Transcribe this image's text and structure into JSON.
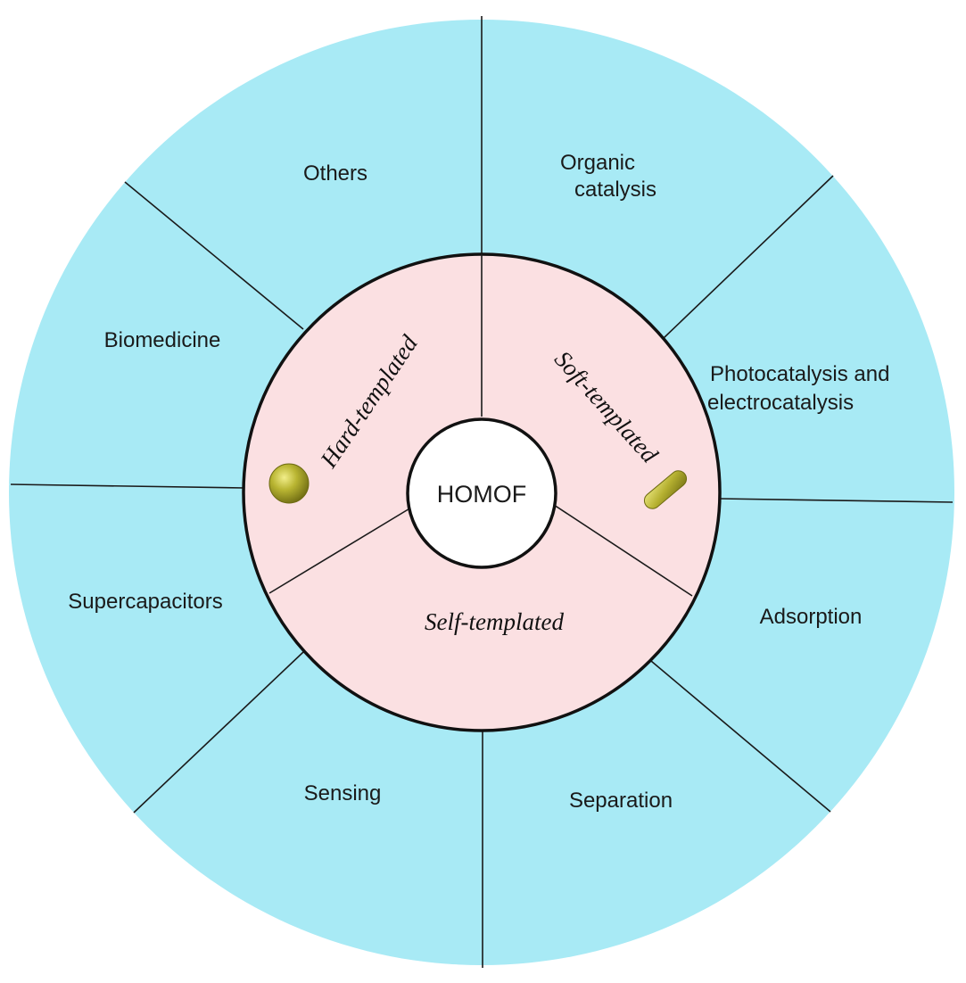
{
  "center": {
    "label": "HOMOF"
  },
  "methods": {
    "hard": "Hard-templated",
    "soft": "Soft-templated",
    "self": "Self-templated"
  },
  "applications": {
    "others": "Others",
    "organic_1": "Organic",
    "organic_2": "catalysis",
    "photo_1": "Photocatalysis and",
    "photo_2": "electrocatalysis",
    "adsorption": "Adsorption",
    "separation": "Separation",
    "sensing": "Sensing",
    "supercapacitors": "Supercapacitors",
    "biomedicine": "Biomedicine"
  },
  "colors": {
    "outer_ring": "#A8EAF5",
    "inner_ring": "#FBE0E2",
    "center": "#FFFFFF",
    "outline": "#111111",
    "template_particle": "#A7A42A"
  },
  "icons": {
    "hard_template": "sphere-particle-icon",
    "soft_template": "rod-particle-icon"
  }
}
